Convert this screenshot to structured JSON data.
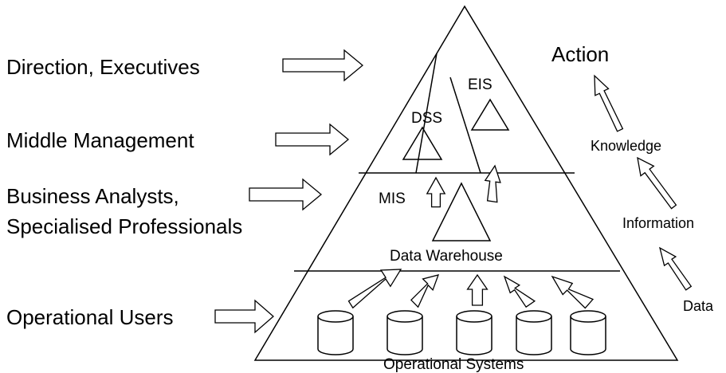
{
  "audience_labels": {
    "executives": "Direction, Executives",
    "middle_management": "Middle Management",
    "analysts_line1": "Business Analysts,",
    "analysts_line2": "Specialised Professionals",
    "operational_users": "Operational Users"
  },
  "pyramid_labels": {
    "eis": "EIS",
    "dss": "DSS",
    "mis": "MIS",
    "data_warehouse": "Data Warehouse",
    "operational_systems": "Operational Systems"
  },
  "hierarchy_labels": {
    "action": "Action",
    "knowledge": "Knowledge",
    "information": "Information",
    "data": "Data"
  },
  "colors": {
    "stroke": "#000000",
    "fill": "#ffffff"
  }
}
